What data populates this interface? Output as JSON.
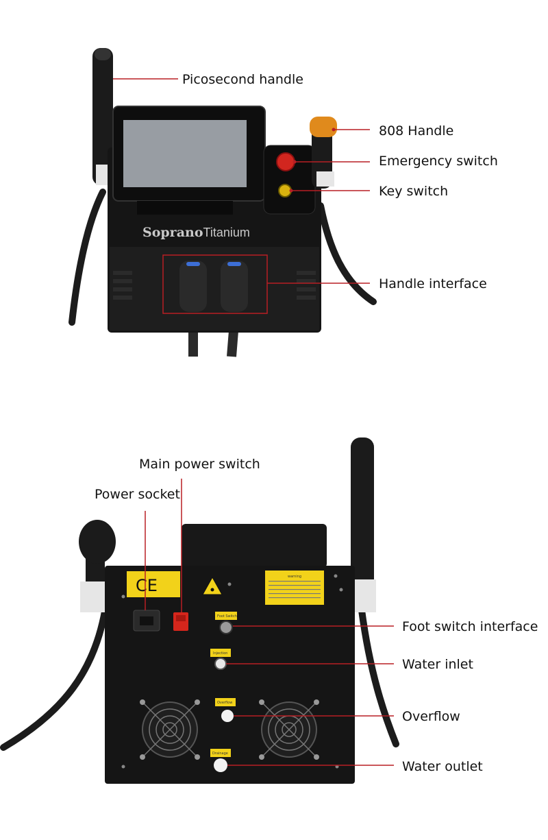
{
  "brand": {
    "word1": "Soprano",
    "word2": "Titanium"
  },
  "front_labels": {
    "picosecond_handle": "Picosecond handle",
    "handle_808": "808 Handle",
    "emergency_switch": "Emergency switch",
    "key_switch": "Key switch",
    "handle_interface": "Handle interface"
  },
  "back_labels": {
    "main_power_switch": "Main power switch",
    "power_socket": "Power socket",
    "foot_switch_interface": "Foot switch interface",
    "water_inlet": "Water inlet",
    "overflow": "Overflow",
    "water_outlet": "Water outlet"
  },
  "stickers": {
    "ce": "CE",
    "warning": "warning",
    "foot_switch": "Foot Switch",
    "injection": "Injection",
    "overflow": "Overflow",
    "drainage": "Drainage"
  },
  "colors": {
    "leader_line": "#b81f24",
    "device_body": "#151515",
    "warning_yellow": "#f2d21a",
    "handle_orange": "#e08a1c"
  }
}
